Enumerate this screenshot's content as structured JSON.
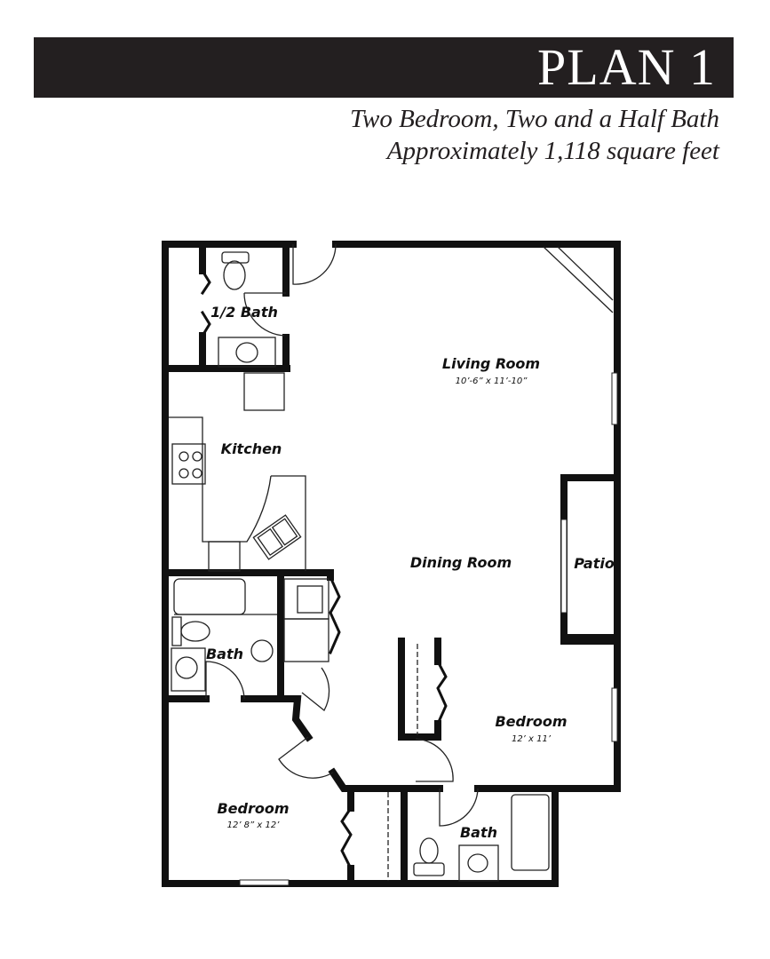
{
  "header": {
    "title": "PLAN 1",
    "subtitle_line1": "Two Bedroom, Two and a Half Bath",
    "subtitle_line2": "Approximately 1,118 square feet"
  },
  "rooms": {
    "half_bath": {
      "label": "1/2 Bath"
    },
    "living_room": {
      "label": "Living Room",
      "dimensions": "10’-6” x 11’-10”"
    },
    "kitchen": {
      "label": "Kitchen"
    },
    "dining_room": {
      "label": "Dining Room"
    },
    "patio": {
      "label": "Patio"
    },
    "bath_1": {
      "label": "Bath"
    },
    "bedroom_2": {
      "label": "Bedroom",
      "dimensions": "12’ x 11’"
    },
    "bedroom_1": {
      "label": "Bedroom",
      "dimensions": "12’ 8” x 12’"
    },
    "bath_2": {
      "label": "Bath"
    }
  }
}
